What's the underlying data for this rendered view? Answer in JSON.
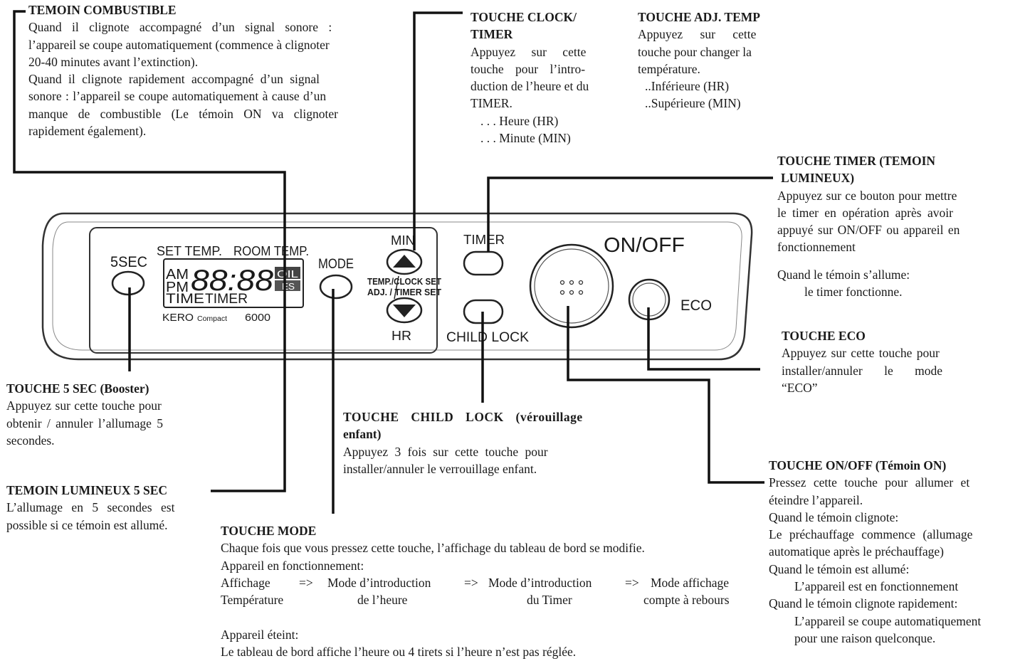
{
  "panel": {
    "btn_5sec": "5SEC",
    "set_temp": "SET TEMP.",
    "room_temp": "ROOM TEMP.",
    "am": "AM",
    "pm": "PM",
    "digits": "88:88",
    "time_label": "TIME",
    "timer_label": "TIMER",
    "oil": "OIL",
    "es": "ES",
    "brand": "KERO",
    "brand_small": "Compact",
    "model": "6000",
    "mode": "MODE",
    "min": "MIN",
    "temp_clock_set": "TEMP./CLOCK SET",
    "adj_timer_set": "ADJ. / TIMER SET",
    "hr": "HR",
    "timer": "TIMER",
    "child_lock": "CHILD LOCK",
    "onoff": "ON/OFF",
    "eco": "ECO"
  },
  "blocks": {
    "combustible": {
      "title": "TEMOIN COMBUSTIBLE",
      "lines": [
        "Quand il clignote accompagné d’un signal sonore :",
        "l’appareil se coupe automatiquement (commence à clignoter",
        "20-40 minutes avant l’extinction).",
        "Quand il clignote rapidement accompagné d’un signal",
        "sonore : l’appareil se coupe automatiquement à cause d’un",
        "manque de combustible (Le témoin ON va clignoter",
        "rapidement également)."
      ]
    },
    "clock_timer": {
      "title1": "TOUCHE CLOCK/",
      "title2": "TIMER",
      "lines": [
        "Appuyez sur cette",
        "touche pour l’intro-",
        "duction de l’heure et du",
        "TIMER."
      ],
      "sub": [
        ". . . Heure (HR)",
        ". . . Minute (MIN)"
      ]
    },
    "adj_temp": {
      "title": "TOUCHE ADJ. TEMP",
      "lines": [
        "Appuyez sur cette",
        "touche pour changer la",
        "température."
      ],
      "sub": [
        "..Inférieure (HR)",
        "..Supérieure (MIN)"
      ]
    },
    "timer_btn": {
      "title1": "TOUCHE TIMER (TEMOIN",
      "title2": "LUMINEUX)",
      "lines": [
        "Appuyez sur ce bouton pour mettre",
        "le timer en opération après avoir",
        "appuyé sur ON/OFF ou appareil en",
        "fonctionnement"
      ],
      "note1": "Quand le témoin s’allume:",
      "note2": "le timer fonctionne."
    },
    "eco": {
      "title": "TOUCHE ECO",
      "lines": [
        "Appuyez sur cette touche pour",
        "installer/annuler le mode",
        "“ECO”"
      ]
    },
    "sec5": {
      "title": "TOUCHE 5 SEC (Booster)",
      "lines": [
        "Appuyez sur cette touche pour",
        "obtenir / annuler l’allumage 5",
        "secondes."
      ]
    },
    "child": {
      "title1": "TOUCHE CHILD LOCK (vérouillage",
      "title2": "enfant)",
      "lines": [
        "Appuyez 3 fois sur cette touche pour",
        "installer/annuler le verrouillage enfant."
      ]
    },
    "onoff": {
      "title": "TOUCHE ON/OFF (Témoin ON)",
      "lines": [
        "Pressez cette touche pour allumer et",
        "éteindre l’appareil.",
        "Quand le témoin clignote:",
        "Le préchauffage commence (allumage",
        "automatique après le préchauffage)",
        "Quand le témoin est allumé:"
      ],
      "sub1": "L’appareil est en fonctionnement",
      "line7": "Quand le témoin clignote rapidement:",
      "sub2": "L’appareil se coupe automatiquement",
      "sub3": "pour une raison quelconque."
    },
    "temoin5": {
      "title": "TEMOIN LUMINEUX 5 SEC",
      "lines": [
        "L’allumage en 5 secondes est",
        "possible si ce témoin est allumé."
      ]
    },
    "mode": {
      "title": "TOUCHE MODE",
      "line1": "Chaque fois que vous pressez cette touche, l’affichage du tableau de bord se modifie.",
      "line2": "Appareil en fonctionnement:",
      "row1": [
        "Affichage",
        "=>",
        "Mode d’introduction",
        "=>",
        "Mode d’introduction",
        "=>",
        "Mode affichage"
      ],
      "row2": [
        "Température",
        "de l’heure",
        "du Timer",
        "compte à rebours"
      ],
      "line3": "Appareil éteint:",
      "line4": "Le tableau de bord affiche l’heure ou 4 tirets si l’heure n’est pas réglée."
    }
  }
}
